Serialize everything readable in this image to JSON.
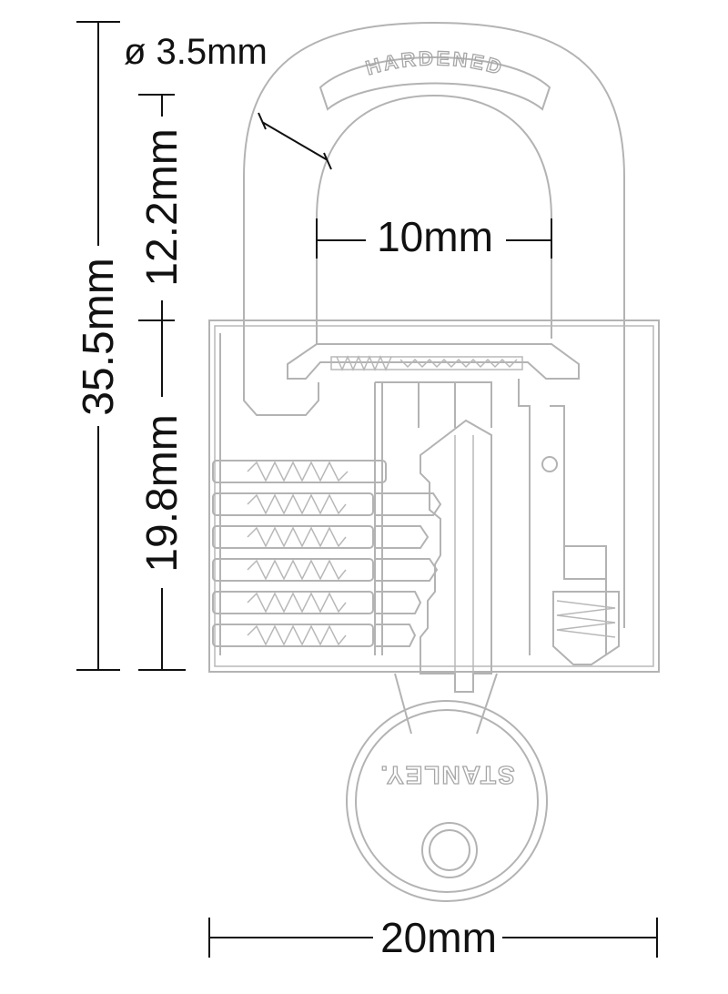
{
  "dimensions": {
    "shackle_diameter": "ø 3.5mm",
    "total_height": "35.5mm",
    "shackle_clearance": "12.2mm",
    "body_height": "19.8mm",
    "shackle_width": "10mm",
    "body_width": "20mm"
  },
  "engravings": {
    "shackle": "HARDENED",
    "key_brand": "STANLEY."
  },
  "colors": {
    "line_art": "#b3b3b3",
    "dimension_lines": "#111111",
    "background": "#ffffff"
  }
}
